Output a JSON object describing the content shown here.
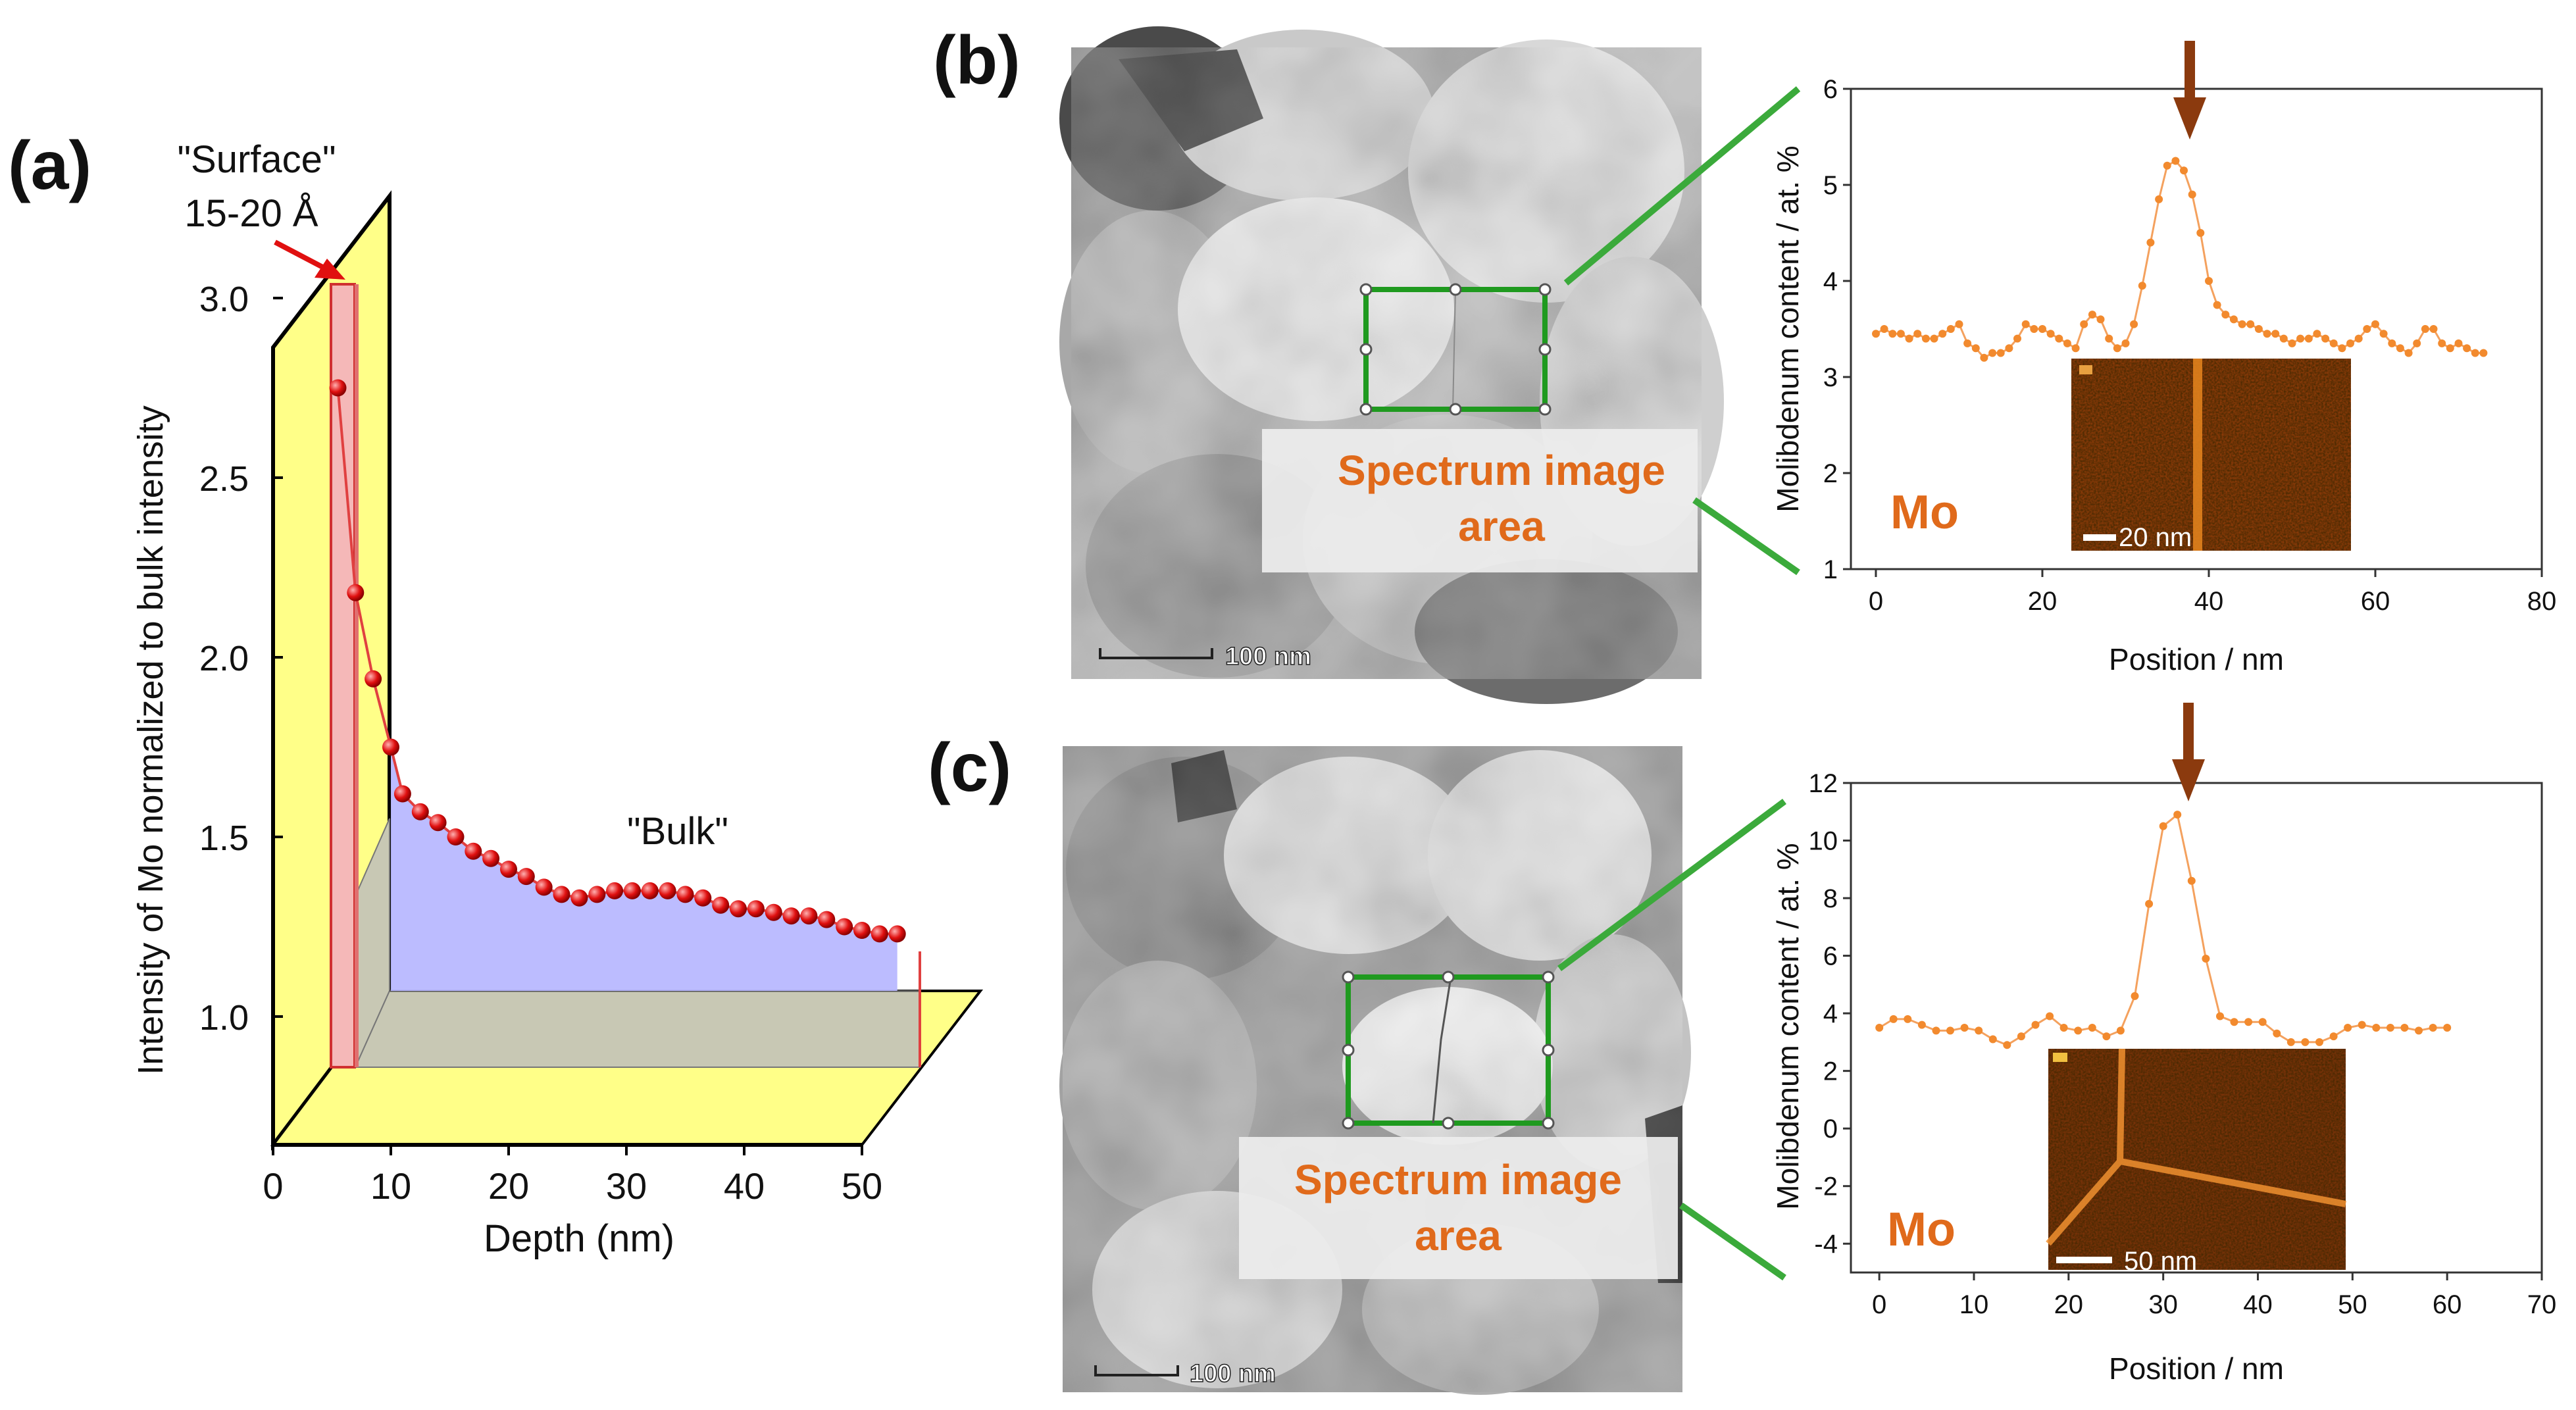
{
  "panels": [
    {
      "label": "(a)"
    },
    {
      "label": "(b)"
    },
    {
      "label": "(c)"
    }
  ],
  "panel_a": {
    "surface_label": "\"Surface\"",
    "surface_depth": "15-20 Å",
    "bulk_label": "\"Bulk\""
  },
  "micrographs": {
    "b": {
      "scale_bar": "100 nm",
      "spectrum_label_line1": "Spectrum image",
      "spectrum_label_line2": "area"
    },
    "c": {
      "scale_bar": "100 nm",
      "spectrum_label_line1": "Spectrum image",
      "spectrum_label_line2": "area"
    }
  },
  "insets": {
    "b": {
      "element": "Mo",
      "scale_bar": "20 nm"
    },
    "c": {
      "element": "Mo",
      "scale_bar": "50 nm"
    }
  },
  "colors": {
    "accent_orange": "#E06A1B",
    "profile_line": "#F4A15E",
    "panel_a_floor": "#FFFF88",
    "panel_a_fill": "#B8B8FF",
    "selection_box": "#1F9A1F",
    "arrow": "#8B3A0E",
    "points_a": "#E01010"
  },
  "chart_data": [
    {
      "type": "line",
      "panel": "(a)",
      "title": "",
      "xlabel": "Depth (nm)",
      "ylabel": "Intensity of Mo normalized to bulk intensity",
      "xlim": [
        0,
        50
      ],
      "ylim": [
        0.7,
        3.3
      ],
      "xticks": [
        0,
        10,
        20,
        30,
        40,
        50
      ],
      "yticks": [
        1.0,
        1.5,
        2.0,
        2.5,
        3.0
      ],
      "x": [
        5.5,
        7,
        8.5,
        10,
        11,
        12.5,
        14,
        15.5,
        17,
        18.5,
        20,
        21.5,
        23,
        24.5,
        26,
        27.5,
        29,
        30.5,
        32,
        33.5,
        35,
        36.5,
        38,
        39.5,
        41,
        42.5,
        44,
        45.5,
        47,
        48.5,
        50,
        51.5,
        53
      ],
      "y": [
        2.75,
        2.18,
        1.94,
        1.75,
        1.62,
        1.57,
        1.54,
        1.5,
        1.46,
        1.44,
        1.41,
        1.39,
        1.36,
        1.34,
        1.33,
        1.34,
        1.35,
        1.35,
        1.35,
        1.35,
        1.34,
        1.33,
        1.31,
        1.3,
        1.3,
        1.29,
        1.28,
        1.28,
        1.27,
        1.25,
        1.24,
        1.23,
        1.23
      ]
    },
    {
      "type": "line",
      "panel": "(b)",
      "title": "",
      "xlabel": "Position / nm",
      "ylabel": "Molibdenum content / at. %",
      "xlim": [
        -3,
        80
      ],
      "ylim": [
        1,
        6
      ],
      "xticks": [
        0,
        20,
        40,
        60,
        80
      ],
      "yticks": [
        1,
        2,
        3,
        4,
        5,
        6
      ],
      "x": [
        0,
        1,
        2,
        3,
        4,
        5,
        6,
        7,
        8,
        9,
        10,
        11,
        12,
        13,
        14,
        15,
        16,
        17,
        18,
        19,
        20,
        21,
        22,
        23,
        24,
        25,
        26,
        27,
        28,
        29,
        30,
        31,
        32,
        33,
        34,
        35,
        36,
        37,
        38,
        39,
        40,
        41,
        42,
        43,
        44,
        45,
        46,
        47,
        48,
        49,
        50,
        51,
        52,
        53,
        54,
        55,
        56,
        57,
        58,
        59,
        60,
        61,
        62,
        63,
        64,
        65,
        66,
        67,
        68,
        69,
        70,
        71,
        72,
        73
      ],
      "y": [
        3.45,
        3.5,
        3.45,
        3.45,
        3.4,
        3.45,
        3.4,
        3.4,
        3.45,
        3.5,
        3.55,
        3.35,
        3.3,
        3.2,
        3.25,
        3.25,
        3.3,
        3.4,
        3.55,
        3.5,
        3.5,
        3.45,
        3.4,
        3.35,
        3.3,
        3.55,
        3.65,
        3.6,
        3.4,
        3.3,
        3.35,
        3.55,
        3.95,
        4.4,
        4.85,
        5.2,
        5.25,
        5.15,
        4.9,
        4.5,
        4.0,
        3.75,
        3.65,
        3.6,
        3.55,
        3.55,
        3.5,
        3.45,
        3.45,
        3.4,
        3.35,
        3.4,
        3.4,
        3.45,
        3.4,
        3.35,
        3.3,
        3.35,
        3.4,
        3.5,
        3.55,
        3.45,
        3.35,
        3.3,
        3.25,
        3.35,
        3.5,
        3.5,
        3.35,
        3.3,
        3.35,
        3.3,
        3.25,
        3.25
      ]
    },
    {
      "type": "line",
      "panel": "(c)",
      "title": "",
      "xlabel": "Position / nm",
      "ylabel": "Molibdenum content / at. %",
      "xlim": [
        -3,
        70
      ],
      "ylim": [
        -5,
        12
      ],
      "xticks": [
        0,
        10,
        20,
        30,
        40,
        50,
        60,
        70
      ],
      "yticks": [
        -4,
        -2,
        0,
        2,
        4,
        6,
        8,
        10,
        12
      ],
      "x": [
        0,
        1.5,
        3,
        4.5,
        6,
        7.5,
        9,
        10.5,
        12,
        13.5,
        15,
        16.5,
        18,
        19.5,
        21,
        22.5,
        24,
        25.5,
        27,
        28.5,
        30,
        31.5,
        33,
        34.5,
        36,
        37.5,
        39,
        40.5,
        42,
        43.5,
        45,
        46.5,
        48,
        49.5,
        51,
        52.5,
        54,
        55.5,
        57,
        58.5,
        60
      ],
      "y": [
        3.5,
        3.8,
        3.8,
        3.6,
        3.4,
        3.4,
        3.5,
        3.4,
        3.1,
        2.9,
        3.2,
        3.6,
        3.9,
        3.5,
        3.4,
        3.5,
        3.2,
        3.4,
        4.6,
        7.8,
        10.5,
        10.9,
        8.6,
        5.9,
        3.9,
        3.7,
        3.7,
        3.7,
        3.3,
        3.0,
        3.0,
        3.0,
        3.2,
        3.5,
        3.6,
        3.5,
        3.5,
        3.5,
        3.4,
        3.5,
        3.5
      ]
    }
  ]
}
